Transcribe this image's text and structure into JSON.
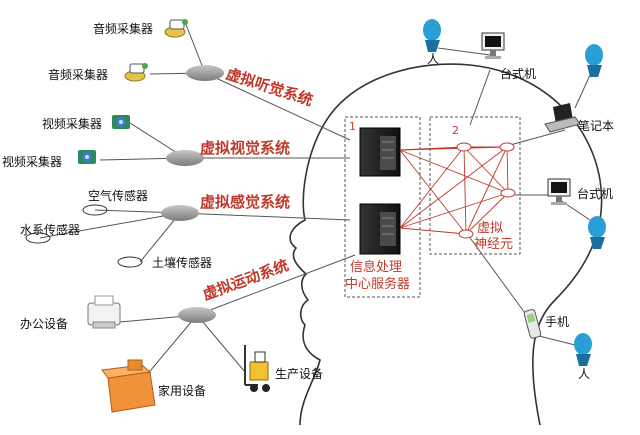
{
  "systems": {
    "hearing": "虚拟听觉系统",
    "vision": "虚拟视觉系统",
    "sensing": "虚拟感觉系统",
    "motion": "虚拟运动系统"
  },
  "devices": {
    "audio_1": "音频采集器",
    "audio_2": "音频采集器",
    "video_1": "视频采集器",
    "video_2": "视频采集器",
    "air_sensor": "空气传感器",
    "water_sensor": "水系传感器",
    "soil_sensor": "土壤传感器",
    "office": "办公设备",
    "home": "家用设备",
    "production": "生产设备"
  },
  "center": {
    "box1_number": "1",
    "box2_number": "2",
    "server_line1": "信息处理",
    "server_line2": "中心服务器",
    "neuron_line1": "虚拟",
    "neuron_line2": "神经元"
  },
  "terminals": {
    "desktop_top": "台式机",
    "laptop": "笔记本",
    "desktop_right": "台式机",
    "phone": "手机",
    "person_top": "人",
    "person_phone": "人"
  },
  "colors": {
    "accent_red": "#c0392b",
    "hub_gray": "#9a9a9a",
    "person_blue": "#2a9fd6"
  }
}
